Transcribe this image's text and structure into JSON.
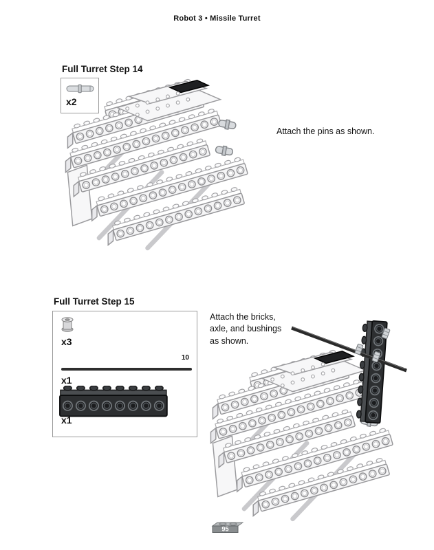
{
  "page": {
    "header_title": "Robot 3 • Missile Turret",
    "page_number": "95"
  },
  "step14": {
    "title": "Full Turret Step 14",
    "caption": "Attach the pins as shown.",
    "parts": [
      {
        "icon": "technic-pin-icon",
        "count": "x2"
      }
    ]
  },
  "step15": {
    "title": "Full Turret Step 15",
    "caption": "Attach the bricks, axle, and bushings as shown.",
    "parts": [
      {
        "icon": "bushing-icon",
        "count": "x3"
      },
      {
        "icon": "axle-icon",
        "count": "x1",
        "size_label": "10"
      },
      {
        "icon": "technic-brick-1x8-icon",
        "count": "x1"
      }
    ]
  }
}
